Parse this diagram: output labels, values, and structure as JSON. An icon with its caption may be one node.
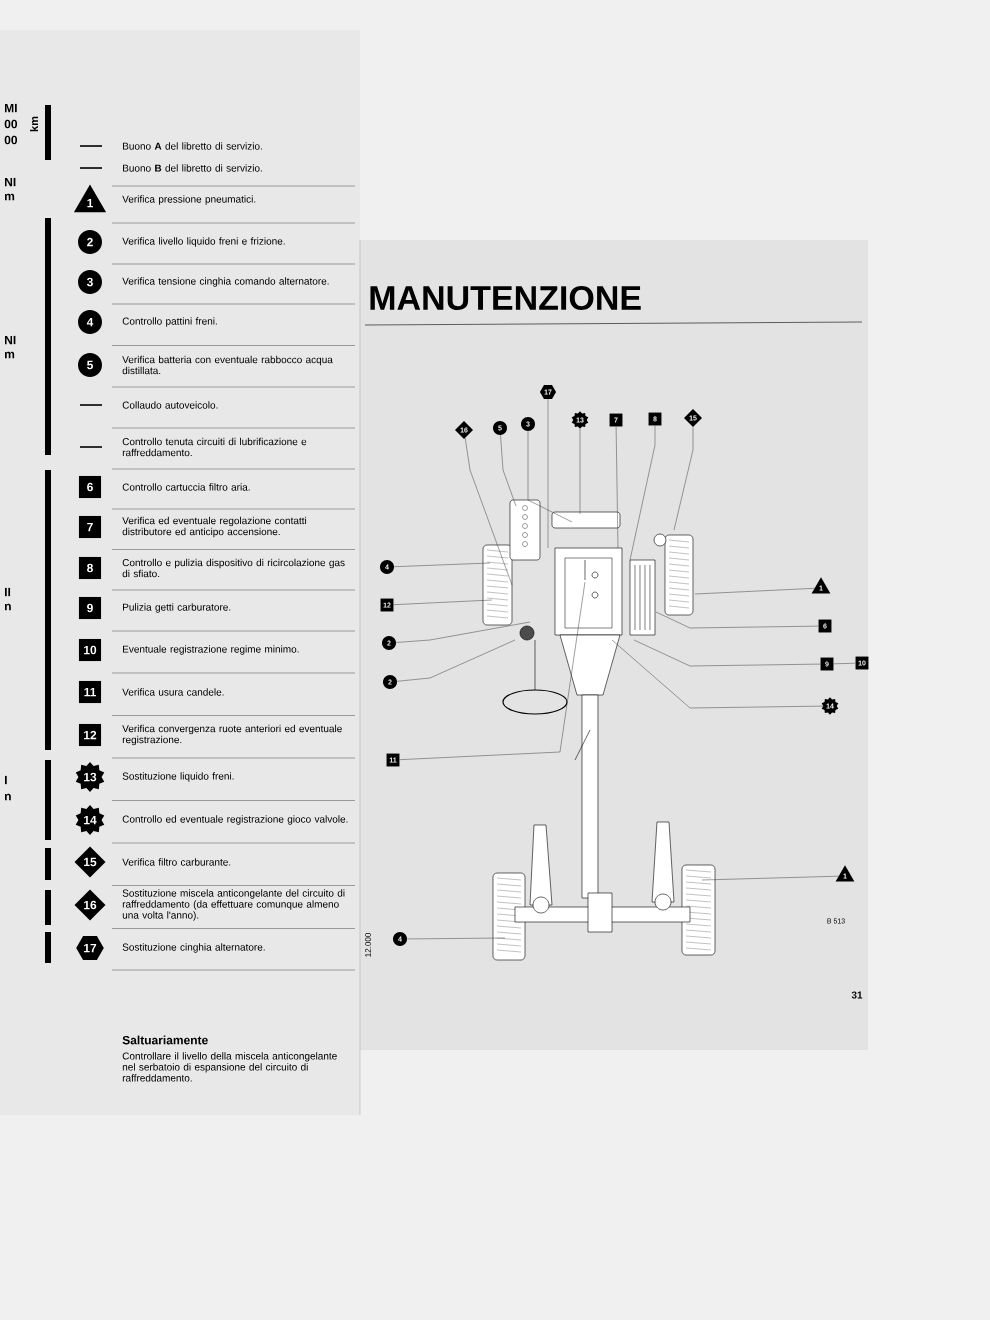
{
  "diagram": {
    "title": "MANUTENZIONE",
    "nodes": [
      {
        "text": [
          "1"
        ],
        "beside": [
          "Verifica pressione pneumatici."
        ]
      },
      {
        "text": [
          "2"
        ],
        "beside": [
          "Verifica livello liquido freni e frizione."
        ]
      },
      {
        "text": [
          "3"
        ],
        "beside": [
          "Verifica tensione cinghia comando alternatore."
        ]
      },
      {
        "text": [
          "4"
        ],
        "beside": [
          "Controllo pattini freni."
        ]
      },
      {
        "text": [
          "5"
        ],
        "beside": [
          "Verifica batteria con eventuale rabbocco acqua distillata."
        ]
      },
      {
        "text": [
          "6"
        ],
        "beside": [
          "Controllo cartuccia filtro aria."
        ]
      },
      {
        "text": [
          "7"
        ],
        "beside": [
          "Verifica ed eventuale regolazione contatti distributore ed anticipo accensione."
        ]
      },
      {
        "text": [
          "8"
        ],
        "beside": [
          "Controllo e pulizia dispositivo di ricircolazione gas di sfiato."
        ]
      },
      {
        "text": [
          "9"
        ],
        "beside": [
          "Pulizia getti carburatore."
        ]
      },
      {
        "text": [
          "10"
        ],
        "beside": [
          "Eventuale registrazione regime minimo."
        ]
      },
      {
        "text": [
          "11"
        ],
        "beside": [
          "Verifica usura candele."
        ]
      },
      {
        "text": [
          "12"
        ],
        "beside": [
          "Verifica convergenza ruote anteriori ed eventuale registrazione."
        ]
      },
      {
        "text": [
          "13"
        ],
        "beside": [
          "Sostituzione liquido freni."
        ]
      },
      {
        "text": [
          "14"
        ],
        "beside": [
          "Controllo ed eventuale registrazione gioco valvole."
        ]
      },
      {
        "text": [
          "15"
        ],
        "beside": [
          "Verifica filtro carburante."
        ]
      },
      {
        "text": [
          "16"
        ],
        "beside": [
          "Sostituzione miscela anticongelante del circuito di raffreddamento (da effettuare comunque almeno una volta l'anno)."
        ]
      },
      {
        "text": [
          "17"
        ],
        "beside": [
          "Sostituzione cinghia alternatore."
        ]
      },
      {
        "text": [
          "17"
        ]
      },
      {
        "text": [
          "16"
        ]
      },
      {
        "text": [
          "5"
        ]
      },
      {
        "text": [
          "3"
        ]
      },
      {
        "text": [
          "13"
        ]
      },
      {
        "text": [
          "7"
        ]
      },
      {
        "text": [
          "8"
        ]
      },
      {
        "text": [
          "15"
        ]
      },
      {
        "text": [
          "4"
        ]
      },
      {
        "text": [
          "12"
        ]
      },
      {
        "text": [
          "1"
        ]
      },
      {
        "text": [
          "6"
        ]
      },
      {
        "text": [
          "2"
        ]
      },
      {
        "text": [
          "9"
        ]
      },
      {
        "text": [
          "10"
        ]
      },
      {
        "text": [
          "2"
        ]
      },
      {
        "text": [
          "14"
        ]
      },
      {
        "text": [
          "11"
        ]
      },
      {
        "text": [
          "1"
        ]
      },
      {
        "text": [
          "4"
        ]
      }
    ],
    "edges": [
      {
        "from": 17,
        "to": null,
        "arrow": "none"
      },
      {
        "from": 18,
        "to": null,
        "arrow": "none"
      },
      {
        "from": 19,
        "to": null,
        "arrow": "none"
      },
      {
        "from": 20,
        "to": null,
        "arrow": "none"
      },
      {
        "from": 21,
        "to": null,
        "arrow": "none"
      },
      {
        "from": 22,
        "to": null,
        "arrow": "none"
      },
      {
        "from": 23,
        "to": null,
        "arrow": "none"
      },
      {
        "from": 24,
        "to": null,
        "arrow": "none"
      },
      {
        "from": 25,
        "to": null,
        "arrow": "none"
      },
      {
        "from": 26,
        "to": null,
        "arrow": "none"
      },
      {
        "from": 27,
        "to": null,
        "arrow": "none"
      },
      {
        "from": 28,
        "to": null,
        "arrow": "none"
      },
      {
        "from": 29,
        "to": null,
        "arrow": "none"
      },
      {
        "from": 30,
        "to": null,
        "arrow": "none"
      },
      {
        "from": 30,
        "to": 31,
        "arrow": "none"
      },
      {
        "from": 32,
        "to": null,
        "arrow": "none"
      },
      {
        "from": 33,
        "to": null,
        "arrow": "none"
      },
      {
        "from": 34,
        "to": null,
        "arrow": "none"
      },
      {
        "from": 35,
        "to": null,
        "arrow": "none"
      },
      {
        "from": 36,
        "to": null,
        "arrow": "none"
      }
    ],
    "labels": [
      "MI",
      "00",
      "00",
      "km",
      "NI",
      "m",
      "Buono **A** del libretto di servizio.",
      "Buono **B** del libretto di servizio.",
      "NI",
      "m",
      "Collaudo autoveicolo.",
      "Controllo tenuta circuiti di lubrificazione e raffreddamento.",
      "II",
      "n",
      "I",
      "n",
      "12.000",
      "Saltuariamente",
      "Controllare il livello della miscela anticongelante nel serbatoio di espansione del circuito di raffreddamento.",
      "B 513",
      "31"
    ]
  }
}
